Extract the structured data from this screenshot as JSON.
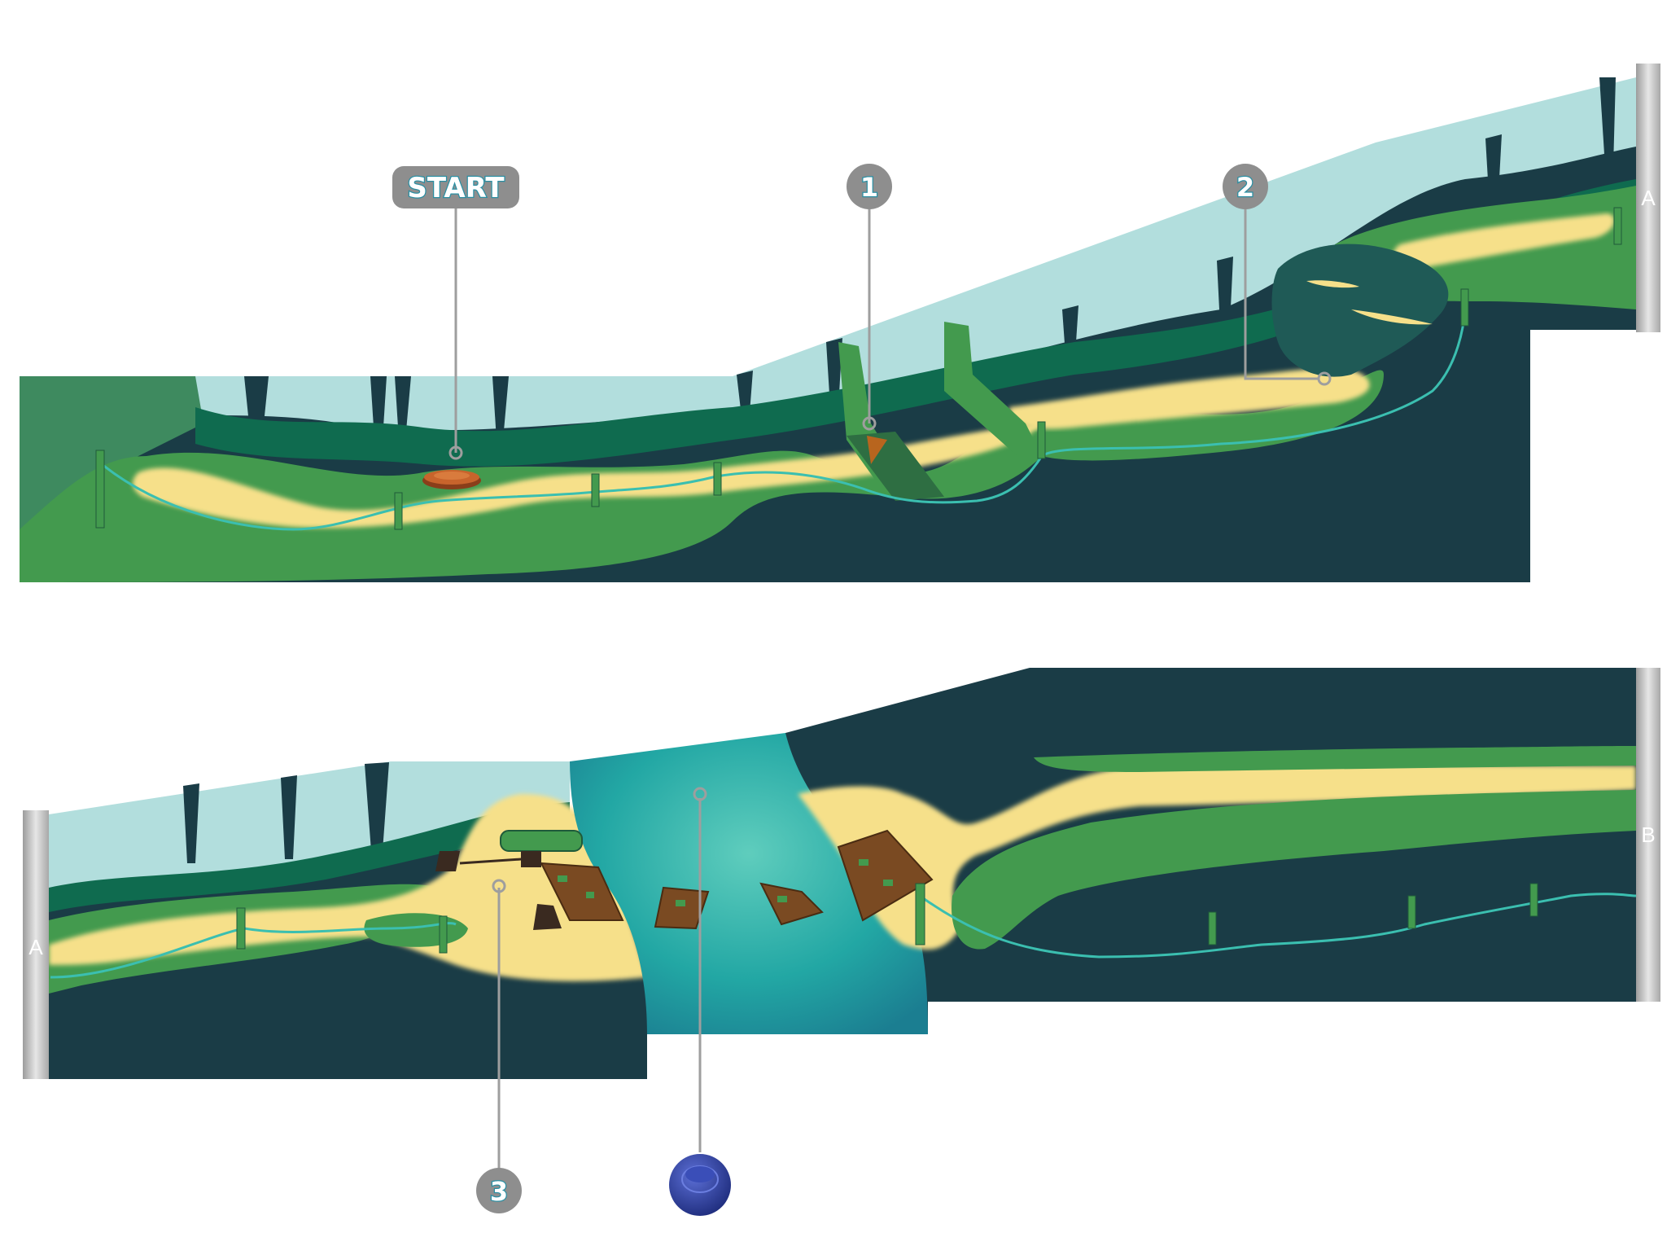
{
  "markers": {
    "start": "START",
    "step1": "1",
    "step2": "2",
    "step3": "3"
  },
  "connectors": {
    "top_right": "A",
    "bottom_left": "A",
    "bottom_right": "B"
  },
  "icons": {
    "collectible": "blue-stud-icon"
  },
  "colors": {
    "sky": "#b2dedd",
    "forest_dark": "#1a3c46",
    "grass": "#439a4e",
    "path_sand": "#f6e08a",
    "water": "#2ab3a3",
    "rope": "#3bbfb0",
    "marker_gray": "#8e8e8e",
    "stud_blue": "#2c3fa0"
  }
}
